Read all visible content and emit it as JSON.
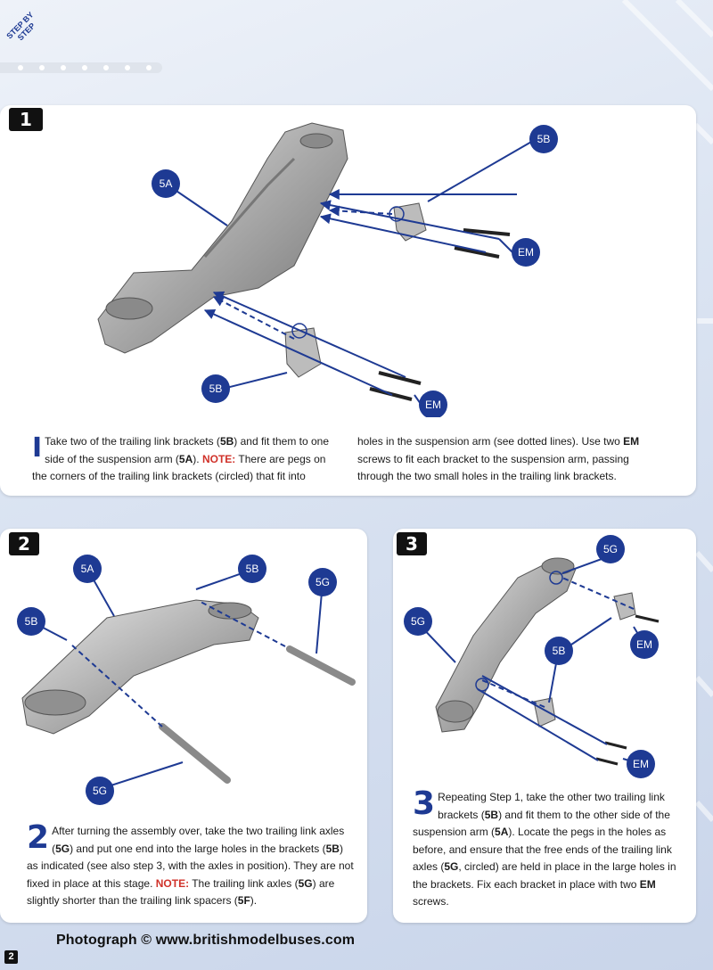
{
  "header": {
    "section_tag": "STEP BY STEP",
    "page_number": "2"
  },
  "colors": {
    "accent": "#1e3a93",
    "callout": "#1e3a93",
    "note": "#d0322a",
    "panel": "#ffffff",
    "badge": "#111111"
  },
  "steps": [
    {
      "number": "1",
      "callouts": [
        "5A",
        "5B",
        "EM",
        "5B",
        "EM"
      ],
      "drop_cap": "I",
      "text_parts": {
        "p1": "Take two of the trailing link brackets (",
        "c1": "5B",
        "p2": ") and fit them to one side of the suspension arm (",
        "c2": "5A",
        "p3": "). ",
        "note": "NOTE:",
        "p4": " There are pegs on the corners of the trailing link brackets (circled) that fit into holes in the suspension arm (see dotted lines). Use two ",
        "c3": "EM",
        "p5": " screws to fit each bracket to the suspension arm, passing through the two small holes in the trailing link brackets."
      }
    },
    {
      "number": "2",
      "callouts": [
        "5A",
        "5B",
        "5G",
        "5B",
        "5G"
      ],
      "drop_cap": "2",
      "text_parts": {
        "p1": "After turning the assembly over, take the two trailing link axles (",
        "c1": "5G",
        "p2": ") and put one end into the large holes in the brackets (",
        "c2": "5B",
        "p3": ") as indicated (see also step 3, with the axles in position). They are not fixed in place at this stage. ",
        "note": "NOTE:",
        "p4": " The trailing link axles (",
        "c3": "5G",
        "p5": ") are slightly shorter than the trailing link spacers (",
        "c4": "5F",
        "p6": ")."
      }
    },
    {
      "number": "3",
      "callouts": [
        "5G",
        "5G",
        "5B",
        "EM",
        "EM"
      ],
      "drop_cap": "3",
      "text_parts": {
        "p1": "Repeating Step 1, take the other two trailing link brackets (",
        "c1": "5B",
        "p2": ") and fit them to the other side of the suspension arm (",
        "c2": "5A",
        "p3": "). Locate the pegs in the holes as before, and ensure that the free ends of the trailing link axles (",
        "c3": "5G",
        "p4": ", circled) are held in place in the large holes in the brackets. Fix each bracket in place with two ",
        "c4": "EM",
        "p5": " screws."
      }
    }
  ],
  "footer": {
    "credit": "Photograph © www.britishmodelbuses.com"
  }
}
